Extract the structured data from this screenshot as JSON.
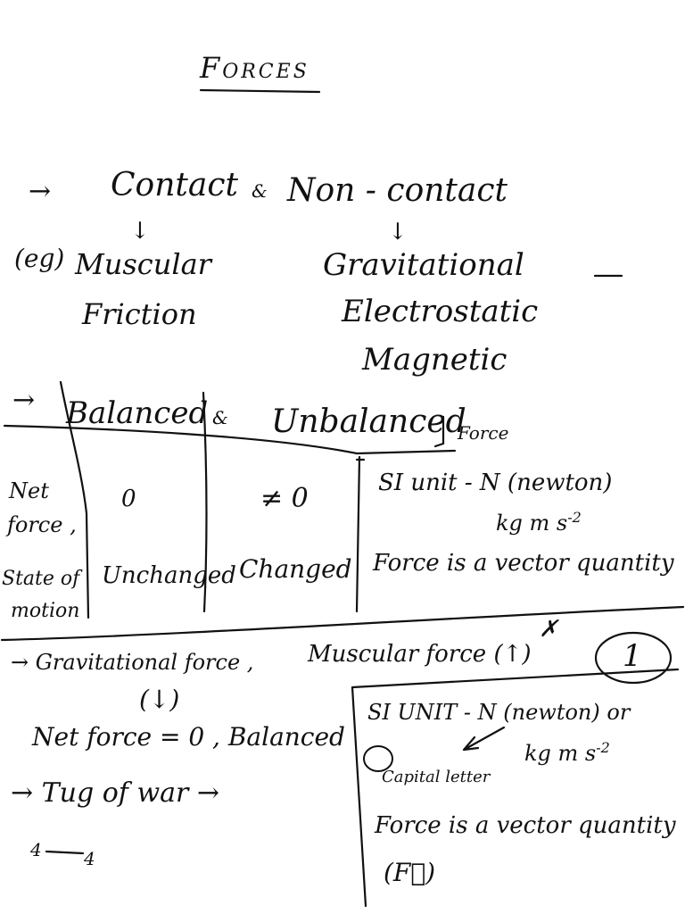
{
  "title": "Forces",
  "section1": {
    "arrow": "→",
    "contact": "Contact",
    "and": "&",
    "non_contact": "Non - contact",
    "down1": "↓",
    "down2": "↓",
    "eg": "(eg)",
    "contact_examples": [
      "Muscular",
      "Friction"
    ],
    "noncontact_examples": [
      "Gravitational",
      "Electrostatic",
      "Magnetic"
    ]
  },
  "section2": {
    "arrow": "→",
    "balanced": "Balanced",
    "and": "&",
    "unbalanced": "Unbalanced",
    "force": "Force",
    "row1_label": [
      "Net",
      "force ,"
    ],
    "row1_balanced": "0",
    "row1_unbalanced": "≠ 0",
    "row2_label": [
      "State of",
      "motion"
    ],
    "row2_balanced": "Unchanged",
    "row2_unbalanced": "Changed",
    "si_unit": "SI unit -  N (newton)",
    "si_alt": "kg m s",
    "si_exp": "-2",
    "vector": "Force is a vector quantity"
  },
  "section3": {
    "gravitational": "→ Gravitational  force ,",
    "down": "(↓)",
    "muscular": "Muscular  force (↑)",
    "cross": "✗",
    "circled_number": "1",
    "net_force": "Net force = 0 , Balanced",
    "tug_of_war": "→ Tug of war →",
    "tug_left": "4",
    "tug_right": "4",
    "box": {
      "si_unit": "SI UNIT -  N (newton) or",
      "si_alt": "kg m s",
      "si_exp": "-2",
      "capital": "Capital letter",
      "vector": "Force is a vector quantity",
      "vector_symbol": "(F⃗)"
    }
  }
}
